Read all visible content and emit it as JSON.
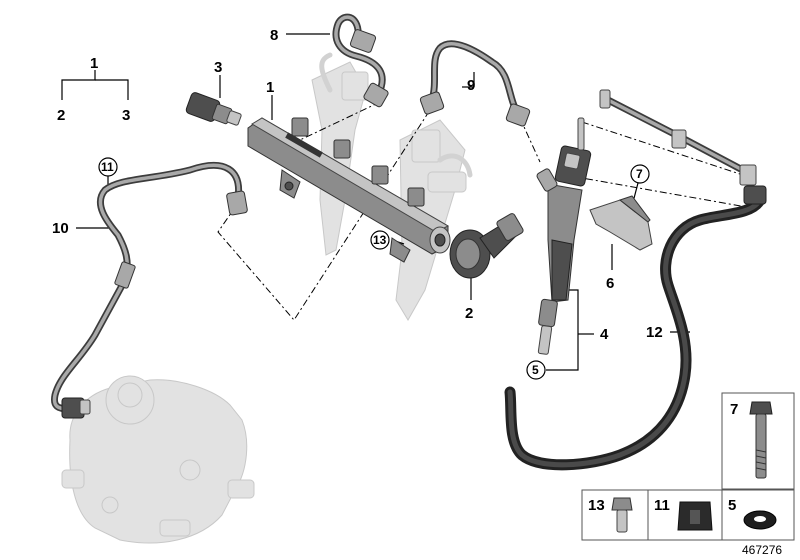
{
  "diagram": {
    "callouts": {
      "c1_top": "1",
      "c2_left": "2",
      "c3_right": "3",
      "c3_sensor": "3",
      "c1_rail": "1",
      "c8": "8",
      "c9": "9",
      "c11_circle": "11",
      "c10": "10",
      "c13_circle": "13",
      "c2_valve": "2",
      "c7_circle": "7",
      "c6": "6",
      "c4": "4",
      "c5_circle": "5",
      "c12": "12"
    },
    "parts_boxes": {
      "box7_label": "7",
      "box13_label": "13",
      "box11_label": "11",
      "box5_label": "5"
    },
    "diagram_number": "467276"
  },
  "colors": {
    "ghost": "#e2e2e2",
    "metal": "#8c8c8c",
    "hose": "#222222",
    "line": "#000000"
  }
}
